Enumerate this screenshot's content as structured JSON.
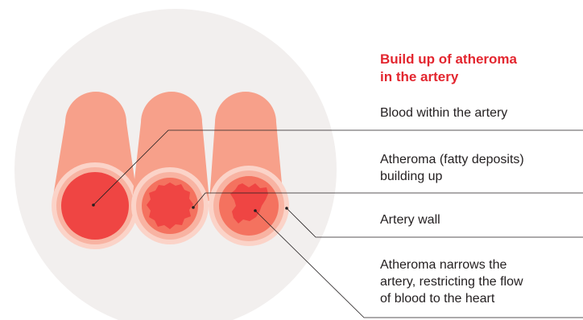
{
  "title": {
    "line1": "Build up of atheroma",
    "line2": "in the artery"
  },
  "labels": {
    "blood": "Blood within the artery",
    "atheroma_line1": "Atheroma (fatty deposits)",
    "atheroma_line2": "building up",
    "wall": "Artery wall",
    "narrows_line1": "Atheroma narrows the",
    "narrows_line2": "artery, restricting the flow",
    "narrows_line3": "of blood to the heart"
  },
  "colors": {
    "background_circle": "#f2efee",
    "artery_body": "#f7a08a",
    "artery_wall_ring": "#fbd3c8",
    "artery_inner_ring": "#f8b3a2",
    "blood": "#ef4543",
    "atheroma": "#f4725f",
    "title": "#e3262f",
    "text": "#231f20",
    "leader_line": "#231f20"
  }
}
